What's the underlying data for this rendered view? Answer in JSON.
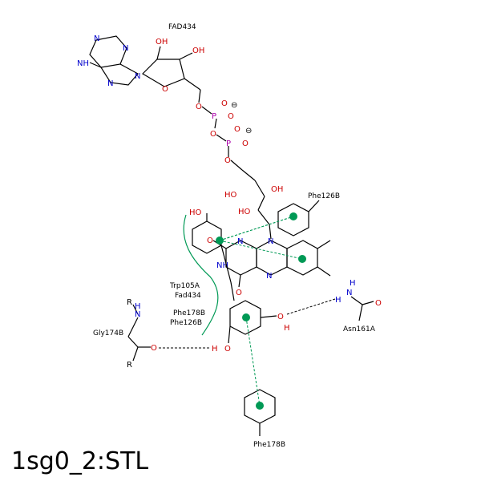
{
  "title": "1sg0_2:STL",
  "colors": {
    "nitrogen": "#0000cc",
    "oxygen": "#cc0000",
    "phosphorus": "#aa00aa",
    "hydrophobic": "#009955",
    "hbond": "#000000",
    "pi_stacking": "#009955"
  },
  "residues": {
    "fad": "FAD434",
    "phe126": "Phe126B",
    "phe178": "Phe178B",
    "asn161": "Asn161A",
    "gly174": "Gly174B"
  },
  "hydrophobic_contacts": [
    "Trp105A",
    "Fad434",
    "Phe178B",
    "Phe126B"
  ],
  "atoms": {
    "N": "N",
    "NH2": "NH",
    "O": "O",
    "P": "P",
    "HO": "HO",
    "OH": "OH",
    "H": "H",
    "R": "R",
    "minus": "⊖"
  }
}
